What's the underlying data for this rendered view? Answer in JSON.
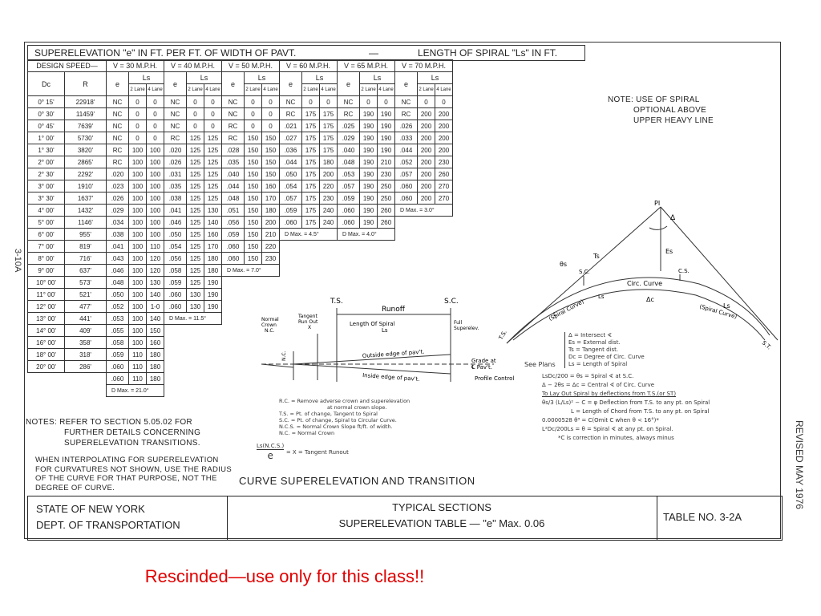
{
  "header": {
    "title_left": "SUPERELEVATION \"e\" IN FT. PER FT. OF WIDTH OF PAVT.",
    "dash": "—",
    "title_right": "LENGTH OF SPIRAL \"Ls\" IN FT."
  },
  "table": {
    "design_speed_label": "DESIGN SPEED—",
    "col_dc": "Dc",
    "col_r": "R",
    "col_e": "e",
    "col_ls": "Ls",
    "lane2": "2 Lane",
    "lane4": "4 Lane",
    "speeds": [
      "V = 30 M.P.H.",
      "V = 40 M.P.H.",
      "V = 50 M.P.H.",
      "V = 60 M.P.H.",
      "V = 65 M.P.H.",
      "V = 70 M.P.H."
    ],
    "dc": [
      "0° 15'",
      "0° 30'",
      "0° 45'",
      "1° 00'",
      "1° 30'",
      "2° 00'",
      "2° 30'",
      "3° 00'",
      "3° 30'",
      "4° 00'",
      "5° 00'",
      "6° 00'",
      "7° 00'",
      "8° 00'",
      "9° 00'",
      "10° 00'",
      "11° 00'",
      "12° 00'",
      "13° 00'",
      "14° 00'",
      "16° 00'",
      "18° 00'",
      "20° 00'"
    ],
    "r": [
      "22918'",
      "11459'",
      "7639'",
      "5730'",
      "3820'",
      "2865'",
      "2292'",
      "1910'",
      "1637'",
      "1432'",
      "1146'",
      "955'",
      "819'",
      "716'",
      "637'",
      "573'",
      "521'",
      "477'",
      "441'",
      "409'",
      "358'",
      "318'",
      "286'"
    ],
    "v30": [
      [
        "NC",
        "0",
        "0"
      ],
      [
        "NC",
        "0",
        "0"
      ],
      [
        "NC",
        "0",
        "0"
      ],
      [
        "NC",
        "0",
        "0"
      ],
      [
        "RC",
        "100",
        "100"
      ],
      [
        "RC",
        "100",
        "100"
      ],
      [
        ".020",
        "100",
        "100"
      ],
      [
        ".023",
        "100",
        "100"
      ],
      [
        ".026",
        "100",
        "100"
      ],
      [
        ".029",
        "100",
        "100"
      ],
      [
        ".034",
        "100",
        "100"
      ],
      [
        ".038",
        "100",
        "100"
      ],
      [
        ".041",
        "100",
        "110"
      ],
      [
        ".043",
        "100",
        "120"
      ],
      [
        ".046",
        "100",
        "120"
      ],
      [
        ".048",
        "100",
        "130"
      ],
      [
        ".050",
        "100",
        "140"
      ],
      [
        ".052",
        "100",
        "1-0"
      ],
      [
        ".053",
        "100",
        "140"
      ],
      [
        ".055",
        "100",
        "150"
      ],
      [
        ".058",
        "100",
        "160"
      ],
      [
        ".059",
        "110",
        "180"
      ],
      [
        ".060",
        "110",
        "180"
      ],
      [
        ".060",
        "110",
        "180"
      ]
    ],
    "v40": [
      [
        "NC",
        "0",
        "0"
      ],
      [
        "NC",
        "0",
        "0"
      ],
      [
        "NC",
        "0",
        "0"
      ],
      [
        "RC",
        "125",
        "125"
      ],
      [
        ".020",
        "125",
        "125"
      ],
      [
        ".026",
        "125",
        "125"
      ],
      [
        ".031",
        "125",
        "125"
      ],
      [
        ".035",
        "125",
        "125"
      ],
      [
        ".038",
        "125",
        "125"
      ],
      [
        ".041",
        "125",
        "130"
      ],
      [
        ".046",
        "125",
        "140"
      ],
      [
        ".050",
        "125",
        "160"
      ],
      [
        ".054",
        "125",
        "170"
      ],
      [
        ".056",
        "125",
        "180"
      ],
      [
        ".058",
        "125",
        "180"
      ],
      [
        ".059",
        "125",
        "190"
      ],
      [
        ".060",
        "130",
        "190"
      ],
      [
        ".060",
        "130",
        "190"
      ]
    ],
    "v50": [
      [
        "NC",
        "0",
        "0"
      ],
      [
        "NC",
        "0",
        "0"
      ],
      [
        "RC",
        "0",
        "0"
      ],
      [
        "RC",
        "150",
        "150"
      ],
      [
        ".028",
        "150",
        "150"
      ],
      [
        ".035",
        "150",
        "150"
      ],
      [
        ".040",
        "150",
        "150"
      ],
      [
        ".044",
        "150",
        "160"
      ],
      [
        ".048",
        "150",
        "170"
      ],
      [
        ".051",
        "150",
        "180"
      ],
      [
        ".056",
        "150",
        "200"
      ],
      [
        ".059",
        "150",
        "210"
      ],
      [
        ".060",
        "150",
        "220"
      ],
      [
        ".060",
        "150",
        "230"
      ]
    ],
    "v60": [
      [
        "NC",
        "0",
        "0"
      ],
      [
        "RC",
        "175",
        "175"
      ],
      [
        ".021",
        "175",
        "175"
      ],
      [
        ".027",
        "175",
        "175"
      ],
      [
        ".036",
        "175",
        "175"
      ],
      [
        ".044",
        "175",
        "180"
      ],
      [
        ".050",
        "175",
        "200"
      ],
      [
        ".054",
        "175",
        "220"
      ],
      [
        ".057",
        "175",
        "230"
      ],
      [
        ".059",
        "175",
        "240"
      ],
      [
        ".060",
        "175",
        "240"
      ]
    ],
    "v65": [
      [
        "NC",
        "0",
        "0"
      ],
      [
        "RC",
        "190",
        "190"
      ],
      [
        ".025",
        "190",
        "190"
      ],
      [
        ".029",
        "190",
        "190"
      ],
      [
        ".040",
        "190",
        "190"
      ],
      [
        ".048",
        "190",
        "210"
      ],
      [
        ".053",
        "190",
        "230"
      ],
      [
        ".057",
        "190",
        "250"
      ],
      [
        ".059",
        "190",
        "250"
      ],
      [
        ".060",
        "190",
        "260"
      ],
      [
        ".060",
        "190",
        "260"
      ]
    ],
    "v70": [
      [
        "NC",
        "0",
        "0"
      ],
      [
        "RC",
        "200",
        "200"
      ],
      [
        ".026",
        "200",
        "200"
      ],
      [
        ".033",
        "200",
        "200"
      ],
      [
        ".044",
        "200",
        "200"
      ],
      [
        ".052",
        "200",
        "230"
      ],
      [
        ".057",
        "200",
        "260"
      ],
      [
        ".060",
        "200",
        "270"
      ],
      [
        ".060",
        "200",
        "270"
      ]
    ],
    "dmax_30": "D Max. = 21.0°",
    "dmax_40": "D Max. = 11.5°",
    "dmax_50": "D Max. = 7.0°",
    "dmax_60": "D Max. = 4.5°",
    "dmax_65": "D Max. = 4.0°",
    "dmax_70": "D Max. = 3.0°"
  },
  "note_right": [
    "NOTE: USE OF SPIRAL",
    "OPTIONAL ABOVE",
    "UPPER HEAVY LINE"
  ],
  "notes": {
    "line1": "NOTES: REFER TO SECTION 5.05.02 FOR",
    "line2": "FURTHER DETAILS CONCERNING",
    "line3": "SUPERELEVATION TRANSITIONS.",
    "interp1": "WHEN INTERPOLATING FOR SUPERELEVATION",
    "interp2": "FOR CURVATURES NOT SHOWN, USE THE RADIUS",
    "interp3": "OF THE CURVE FOR THAT PURPOSE, NOT THE",
    "interp4": "DEGREE OF CURVE."
  },
  "profile": {
    "ts": "T.S.",
    "sc": "S.C.",
    "runoff": "Runoff",
    "normal_crown": [
      "Normal",
      "Crown",
      "N.C."
    ],
    "tangent_runout": [
      "Tangent",
      "Run Out",
      "X"
    ],
    "length_spiral": [
      "Length Of Spiral",
      "Ls"
    ],
    "full_super": [
      "Full",
      "Superelev."
    ],
    "outside_edge": "Outside edge of pav't.",
    "inside_edge": "Inside edge of pav't.",
    "grade_at": [
      "Grade at",
      "℄ Pav't."
    ],
    "profile_control": "Profile Control",
    "nc_label": "N.C.",
    "legend": [
      "R.C. = Remove adverse crown and superelevation",
      "at normal crown slope.",
      "T.S. = Pt. of change, Tangent to Spiral",
      "S.C. = Pt. of change, Spiral to Circular Curve.",
      "N.C.S. = Normal Crown Slope ft/ft. of width.",
      "N.C. = Normal Crown"
    ],
    "formula_num": "Ls(N.C.S.)",
    "formula_den": "e",
    "formula_rest": "= X = Tangent Runout"
  },
  "curve_title": "CURVE SUPERELEVATION AND TRANSITION",
  "geometry": {
    "pi": "PI",
    "delta": "Δ",
    "es": "Es",
    "ts_label": "Ts",
    "theta_s": "θs",
    "sc": "S.C.",
    "cs": "C.S.",
    "circ_curve": "Circ. Curve",
    "delta_c": "Δc",
    "ls": "Ls",
    "spiral_curve_l": "(Spiral Curve)",
    "spiral_curve_r": "(Spiral Curve)",
    "ts": "T.S.",
    "st": "S.T.",
    "l": "L",
    "see_plans": "See Plans",
    "defs": [
      "Δ = Intersect ∢",
      "Es = External dist.",
      "Ts = Tangent dist.",
      "Dc = Degree of Circ. Curve",
      "Ls = Length of Spiral"
    ],
    "f1": "LsDc/200 = θs = Spiral ∢ at S.C.",
    "f2": "Δ − 2θs = Δc = Central ∢ of Circ. Curve",
    "f3": "To Lay Out Spiral by deflections from T.S.(or ST)",
    "f4": "θs/3 (L/Ls)² − C = φ  Deflection from T.S. to any pt. on Spiral",
    "f5": "L = Length of Chord from T.S. to any pt. on Spiral",
    "f6": "0.0000528 θ³ = C(Omit C when θ < 16°)*",
    "f7": "L²Dc/200Ls = θ = Spiral ∢ at any pt. on Spiral.",
    "f8": "*C is correction in minutes, always minus"
  },
  "title_block": {
    "state": "STATE OF NEW YORK",
    "dept": "DEPT. OF TRANSPORTATION",
    "typ": "TYPICAL SECTIONS",
    "sup": "SUPERELEVATION TABLE — \"e\" Max. 0.06",
    "table_no": "TABLE NO. 3-2A"
  },
  "side_left": "3-10A",
  "side_right": "REVISED MAY 1976",
  "caption": "Rescinded—use only for this class!!"
}
